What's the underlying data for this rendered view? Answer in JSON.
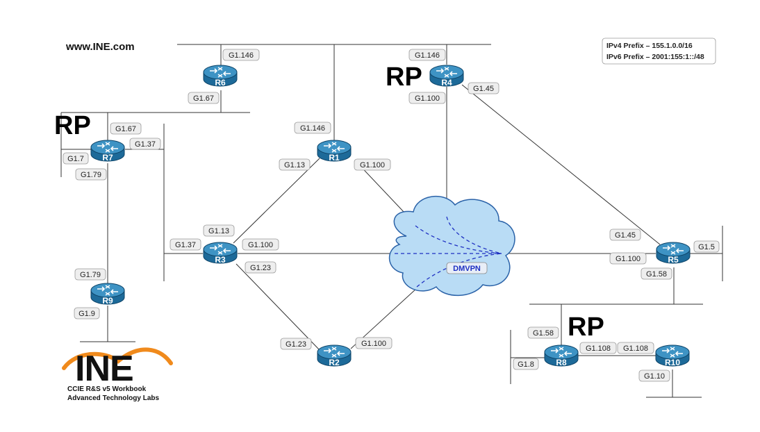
{
  "site": "www.INE.com",
  "prefixes": [
    "IPv4 Prefix – 155.1.0.0/16",
    "IPv6 Prefix – 2001:155:1::/48"
  ],
  "rp_marker": "RP",
  "cloud_label": "DMVPN",
  "logo": {
    "word": "INE",
    "line1": "CCIE R&S v5 Workbook",
    "line2": "Advanced Technology Labs"
  },
  "colors": {
    "router_body": "#1d6a99",
    "router_top": "#3e93c4",
    "cloud_fill": "#b9dcf5",
    "cloud_stroke": "#2a62a8",
    "dmvpn_text": "#1d2fc2",
    "logo_orange": "#f08a1c"
  },
  "routers": [
    "R1",
    "R2",
    "R3",
    "R4",
    "R5",
    "R6",
    "R7",
    "R8",
    "R9",
    "R10"
  ],
  "interfaces": {
    "r6_g1_146": "G1.146",
    "r6_g1_67": "G1.67",
    "r4_g1_146": "G1.146",
    "r4_g1_100": "G1.100",
    "r4_g1_45": "G1.45",
    "r7_g1_67": "G1.67",
    "r7_g1_37": "G1.37",
    "r7_g1_7": "G1.7",
    "r7_g1_79": "G1.79",
    "r1_g1_146": "G1.146",
    "r1_g1_13": "G1.13",
    "r1_g1_100": "G1.100",
    "r3_g1_13": "G1.13",
    "r3_g1_37": "G1.37",
    "r3_g1_100": "G1.100",
    "r3_g1_23": "G1.23",
    "r5_g1_45": "G1.45",
    "r5_g1_5": "G1.5",
    "r5_g1_100": "G1.100",
    "r5_g1_58": "G1.58",
    "r9_g1_79": "G1.79",
    "r9_g1_9": "G1.9",
    "r2_g1_23": "G1.23",
    "r2_g1_100": "G1.100",
    "r8_g1_58": "G1.58",
    "r8_g1_108": "G1.108",
    "r8_g1_8": "G1.8",
    "r10_g1_108": "G1.108",
    "r10_g1_10": "G1.10"
  }
}
